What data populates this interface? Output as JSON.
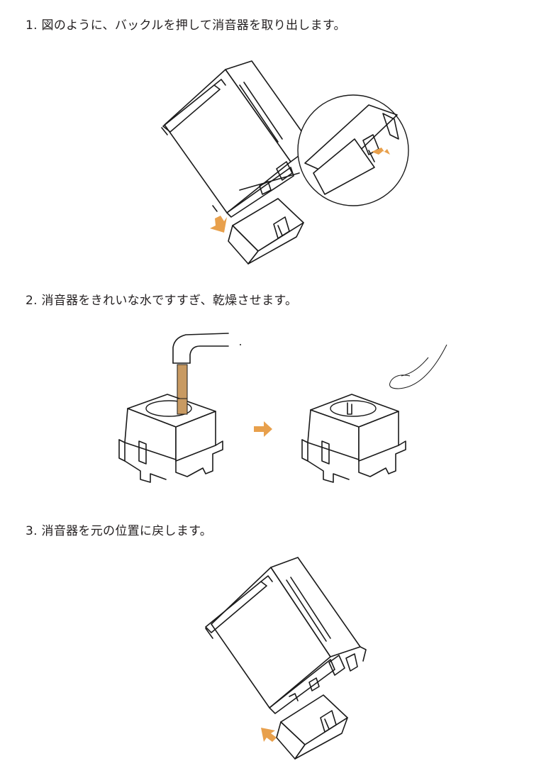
{
  "steps": [
    {
      "text": "1. 図のように、バックルを押して消音器を取り出します。"
    },
    {
      "text": "2. 消音器をきれいな水ですすぎ、乾燥させます。"
    },
    {
      "text": "3. 消音器を元の位置に戻します。"
    }
  ],
  "colors": {
    "accent": "#e8a04c",
    "line": "#1a1a1a",
    "background": "#ffffff"
  },
  "icons": [
    "arrow-down-left-icon",
    "arrow-right-icon",
    "arrow-up-right-icon",
    "arrow-left-icon",
    "wind-icon"
  ]
}
